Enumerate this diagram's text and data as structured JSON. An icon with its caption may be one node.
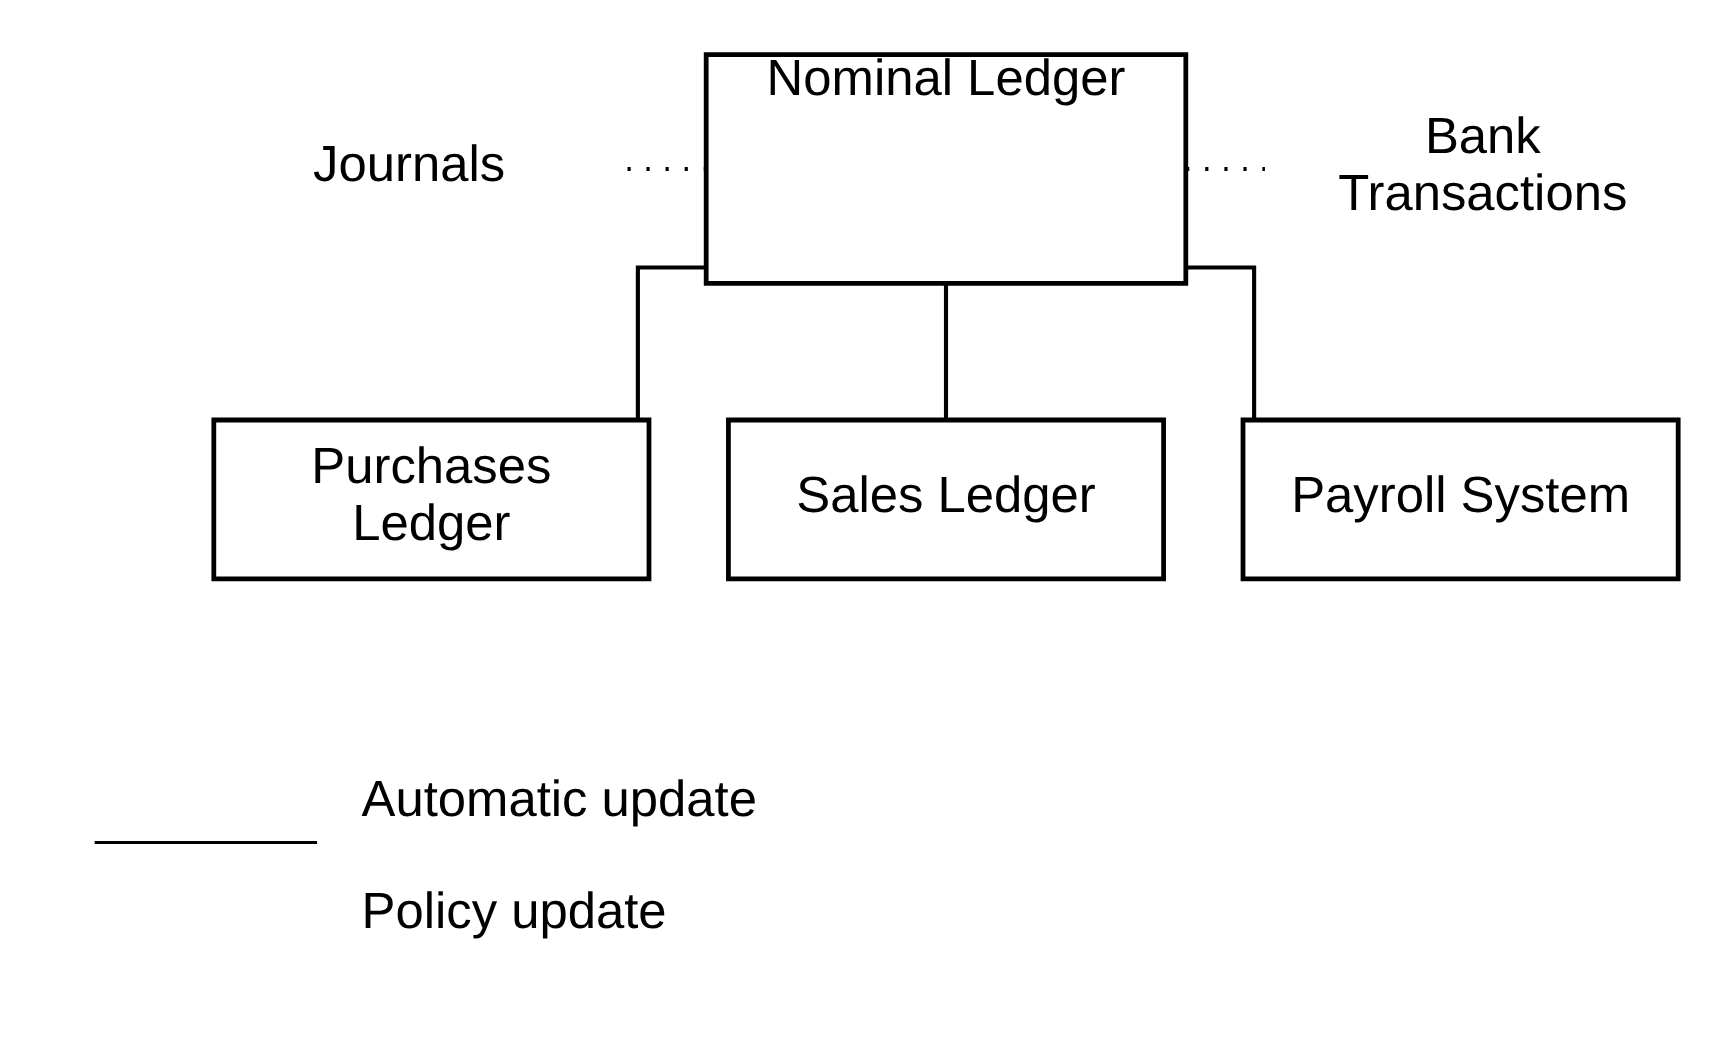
{
  "diagram": {
    "nodes": [
      {
        "text": [
          "Journals"
        ]
      },
      {
        "text": [
          "Nominal Ledger"
        ]
      },
      {
        "text": [
          "Bank Transactions"
        ]
      },
      {
        "text": [
          "Purchases Ledger"
        ]
      },
      {
        "text": [
          "Sales Ledger"
        ]
      },
      {
        "text": [
          "Payroll System"
        ]
      }
    ],
    "edges": [
      {
        "from": 0,
        "to": 1,
        "arrow": "none",
        "style": "dashed"
      },
      {
        "from": 1,
        "to": 2,
        "arrow": "none",
        "style": "dashed"
      },
      {
        "from": 1,
        "to": 3,
        "arrow": "none"
      },
      {
        "from": 1,
        "to": 4,
        "arrow": "none"
      },
      {
        "from": 1,
        "to": 5,
        "arrow": "none"
      }
    ],
    "legend": [
      {
        "text": "Automatic update"
      },
      {
        "text": "Policy update"
      }
    ]
  }
}
